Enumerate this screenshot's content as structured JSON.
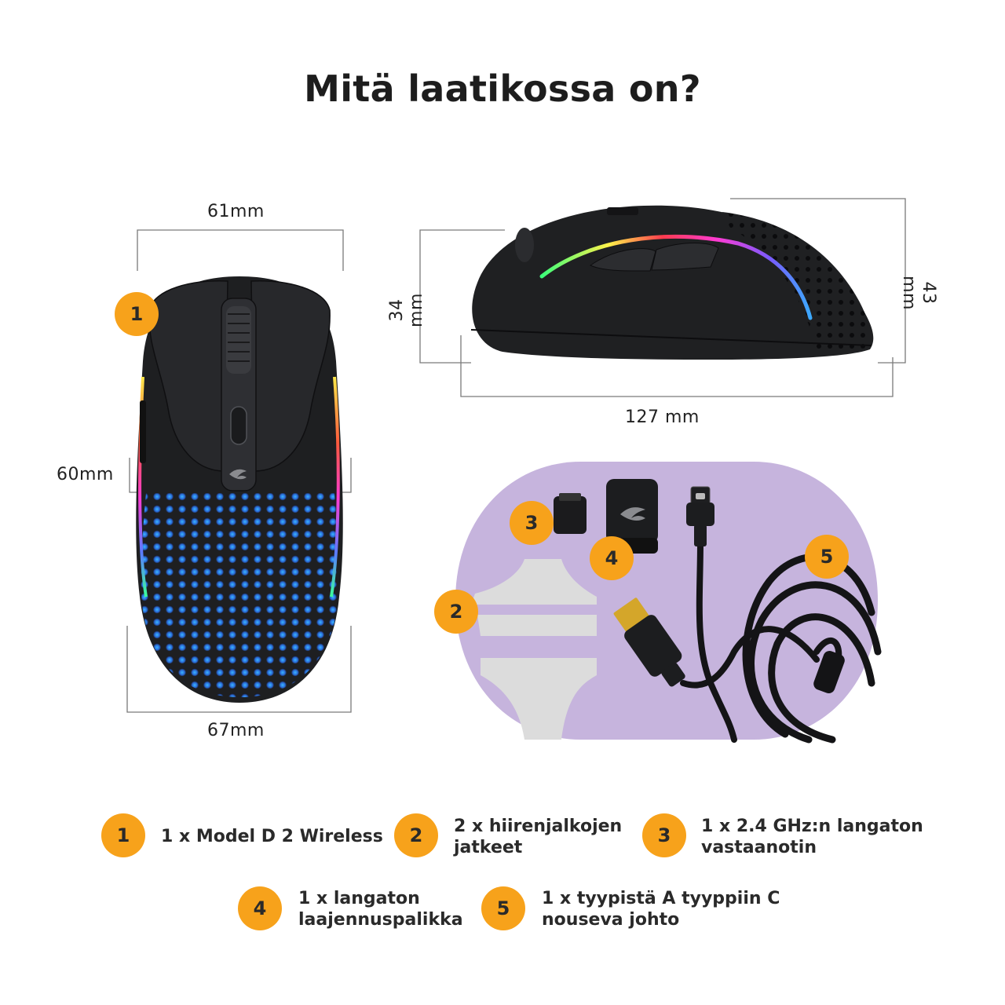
{
  "title": "Mitä laatikossa on?",
  "dimensions": {
    "top_width": "61mm",
    "length": "60mm",
    "bottom_width": "67mm",
    "side_height_front": "34 mm",
    "side_height_back": "43 mm",
    "side_length": "127 mm"
  },
  "badges": [
    "1",
    "2",
    "3",
    "4",
    "5"
  ],
  "legend": [
    {
      "num": "1",
      "lines": [
        "1 x Model D 2 Wireless"
      ]
    },
    {
      "num": "2",
      "lines": [
        "2 x hiirenjalkojen",
        "jatkeet"
      ]
    },
    {
      "num": "3",
      "lines": [
        "1 x 2.4 GHz:n langaton",
        "vastaanotin"
      ]
    },
    {
      "num": "4",
      "lines": [
        "1 x langaton",
        "laajennuspalikka"
      ]
    },
    {
      "num": "5",
      "lines": [
        "1 x tyypistä A tyyppiin C",
        "nouseva johto"
      ]
    }
  ],
  "colors": {
    "badge": "#f7a21b",
    "accessory_bg": "#c6b4dd",
    "mouse_body": "#1e1f21"
  }
}
